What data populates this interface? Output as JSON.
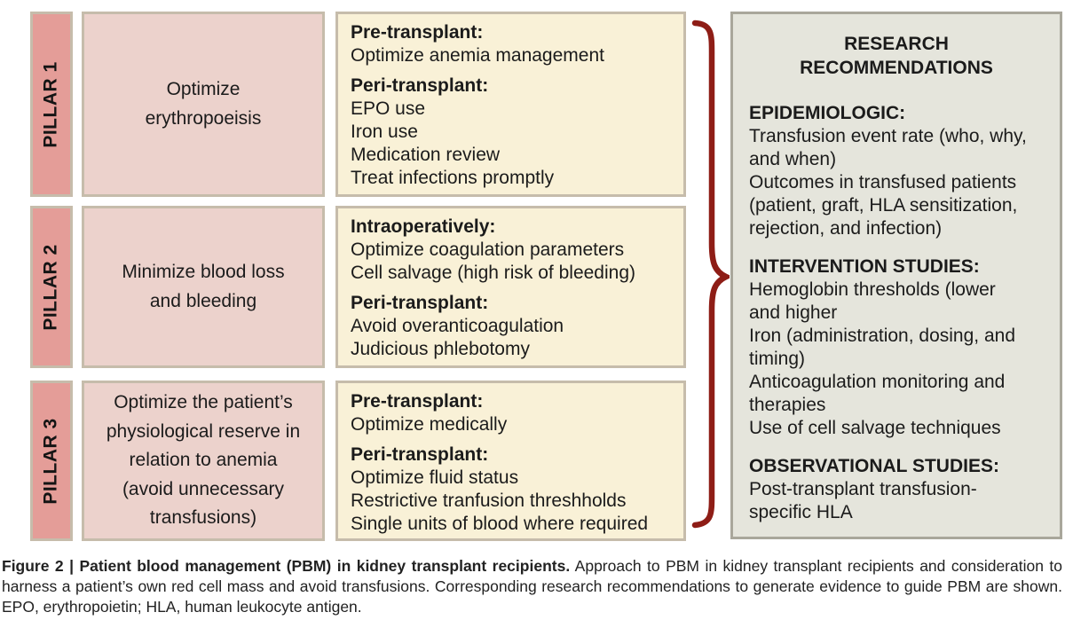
{
  "figure": {
    "pillars": [
      {
        "label": "PILLAR 1",
        "summary": "Optimize\nerythropoeisis",
        "details": [
          {
            "heading": "Pre-transplant:",
            "items": [
              "Optimize anemia management"
            ]
          },
          {
            "heading": "Peri-transplant:",
            "items": [
              "EPO use",
              "Iron use",
              "Medication review",
              "Treat infections promptly"
            ]
          }
        ]
      },
      {
        "label": "PILLAR 2",
        "summary": "Minimize blood loss\nand bleeding",
        "details": [
          {
            "heading": "Intraoperatively:",
            "items": [
              "Optimize coagulation parameters",
              "Cell salvage (high risk of bleeding)"
            ]
          },
          {
            "heading": "Peri-transplant:",
            "items": [
              "Avoid overanticoagulation",
              "Judicious phlebotomy"
            ]
          }
        ]
      },
      {
        "label": "PILLAR 3",
        "summary": "Optimize the patient’s\nphysiological reserve in\nrelation to anemia\n(avoid unnecessary\ntransfusions)",
        "details": [
          {
            "heading": "Pre-transplant:",
            "items": [
              "Optimize medically"
            ]
          },
          {
            "heading": "Peri-transplant:",
            "items": [
              "Optimize fluid status",
              "Restrictive tranfusion threshholds",
              "Single units of blood where required"
            ]
          }
        ]
      }
    ],
    "research": {
      "title": "RESEARCH\nRECOMMENDATIONS",
      "sections": [
        {
          "heading": "EPIDEMIOLOGIC:",
          "items": [
            "Transfusion event rate (who, why,\nand when)",
            "Outcomes in transfused patients\n(patient, graft, HLA sensitization,\nrejection, and infection)"
          ]
        },
        {
          "heading": "INTERVENTION STUDIES:",
          "items": [
            "Hemoglobin thresholds (lower\nand higher",
            "Iron (administration, dosing, and\ntiming)",
            "Anticoagulation monitoring and\ntherapies",
            "Use of cell salvage techniques"
          ]
        },
        {
          "heading": "OBSERVATIONAL STUDIES:",
          "items": [
            "Post-transplant transfusion-\nspecific HLA"
          ]
        }
      ]
    },
    "caption": {
      "bold": "Figure 2 | Patient blood management (PBM) in kidney transplant recipients.",
      "rest": " Approach to PBM in kidney transplant recipients and consideration to harness a patient’s own red cell mass and avoid transfusions. Corresponding research recommendations to generate evidence to guide PBM are shown. EPO, erythropoietin; HLA, human leukocyte antigen."
    },
    "colors": {
      "pillar_strip": "#e49d98",
      "summary_box": "#ecd2cc",
      "detail_box": "#f9f1d7",
      "research_box": "#e5e5dc",
      "box_border": "#c6bcab",
      "research_border": "#a9a79b",
      "brace": "#8e1d16",
      "text": "#1b1b1b"
    }
  }
}
